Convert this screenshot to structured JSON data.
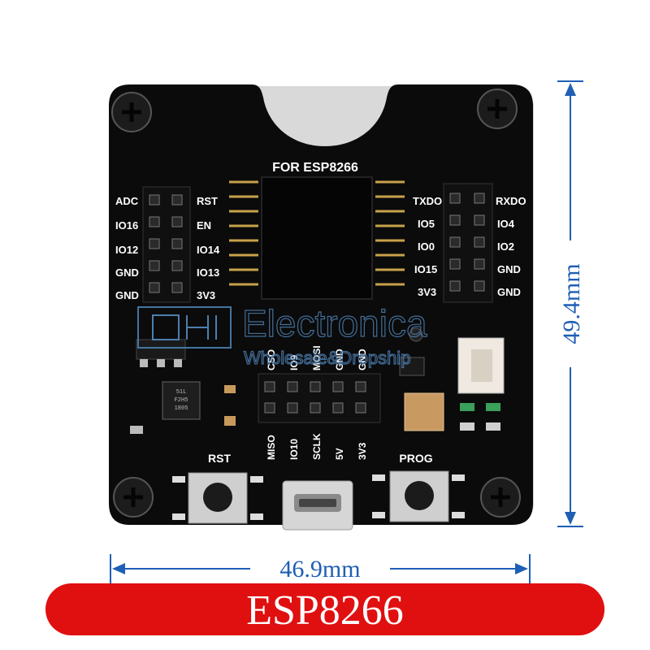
{
  "board": {
    "title": "FOR ESP8266",
    "left_pins_outer": [
      "ADC",
      "IO16",
      "IO12",
      "GND",
      "GND"
    ],
    "left_pins_inner": [
      "RST",
      "EN",
      "IO14",
      "IO13",
      "3V3"
    ],
    "right_pins_inner": [
      "TXDO",
      "IO5",
      "IO0",
      "IO15",
      "3V3"
    ],
    "right_pins_outer": [
      "RXDO",
      "IO4",
      "IO2",
      "GND",
      "GND"
    ],
    "bottom_pins_top": [
      "CSO",
      "IO9",
      "MOSI",
      "GND",
      "GND"
    ],
    "bottom_pins_bottom": [
      "MISO",
      "IO10",
      "SCLK",
      "5V",
      "3V3"
    ],
    "chip_marking": [
      "51L",
      "F2H5",
      "1805"
    ],
    "button_rst": "RST",
    "button_prog": "PROG",
    "colors": {
      "pcb": "#0b0b0b",
      "silkscreen": "#ffffff",
      "gold": "#c8a24a"
    }
  },
  "watermark": {
    "brand": "Electronica",
    "tagline": "Wholesale&Dropship",
    "icon": "circuit-logo-icon"
  },
  "dimensions": {
    "width_label": "46.9mm",
    "height_label": "49.4mm",
    "color": "#1f5fb5"
  },
  "banner": {
    "label": "ESP8266",
    "color": "#e01010"
  }
}
